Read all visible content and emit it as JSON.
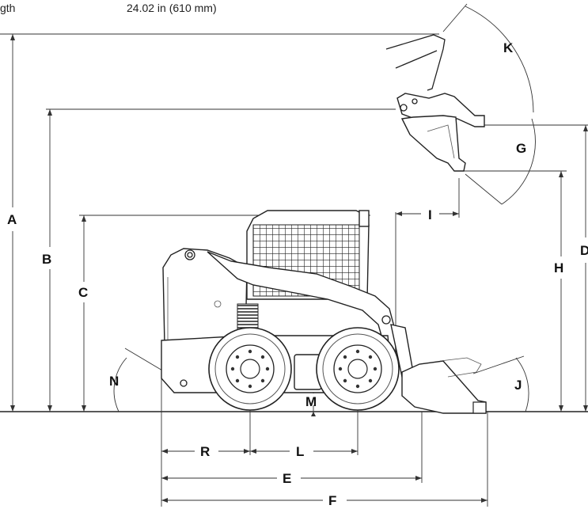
{
  "header": {
    "left_text": "gth",
    "right_text": "24.02 in (610 mm)"
  },
  "labels": {
    "A": "A",
    "B": "B",
    "C": "C",
    "D": "D",
    "E": "E",
    "F": "F",
    "G": "G",
    "H": "H",
    "I": "I",
    "J": "J",
    "K": "K",
    "L": "L",
    "M": "M",
    "N": "N",
    "R": "R"
  }
}
